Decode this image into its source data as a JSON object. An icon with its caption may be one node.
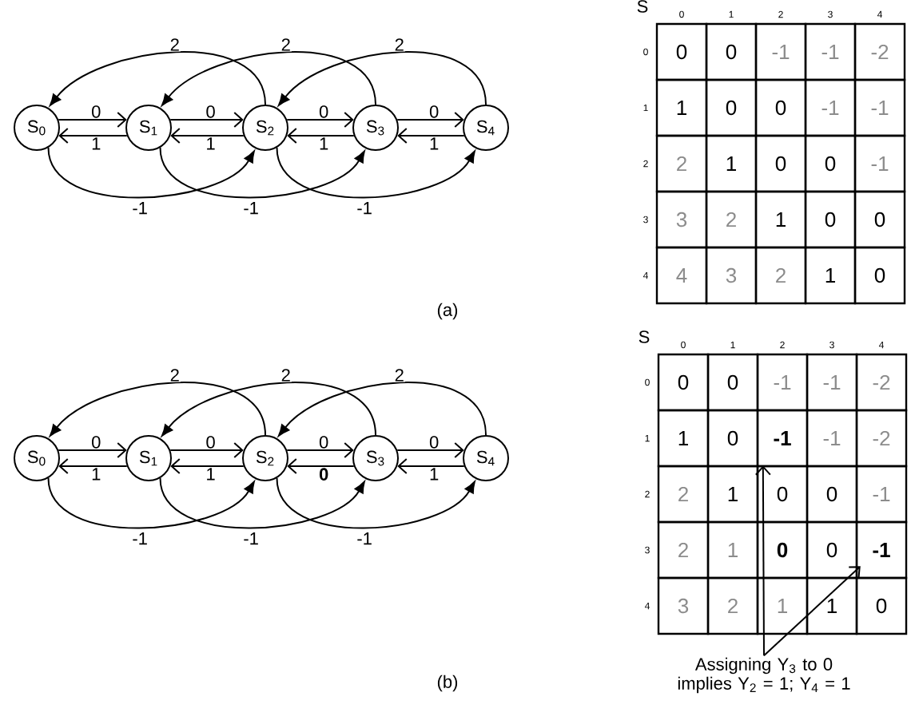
{
  "diagram": {
    "nodes": [
      {
        "text": [
          "S$_{0}$"
        ]
      },
      {
        "text": [
          "S$_{1}$"
        ]
      },
      {
        "text": [
          "S$_{2}$"
        ]
      },
      {
        "text": [
          "S$_{3}$"
        ]
      },
      {
        "text": [
          "S$_{4}$"
        ]
      },
      {
        "text": [
          "S$_{0}$"
        ]
      },
      {
        "text": [
          "S$_{1}$"
        ]
      },
      {
        "text": [
          "S$_{2}$"
        ]
      },
      {
        "text": [
          "S$_{3}$"
        ]
      },
      {
        "text": [
          "S$_{4}$"
        ]
      },
      {
        "text": [
          "Assigning Y$_{3}$ to 0 implies Y$_{2}$ = 1; Y$_{4}$ = 1"
        ]
      },
      {
        "text": [
          "-1"
        ]
      },
      {
        "text": [
          "-1"
        ]
      }
    ],
    "edges": [
      {
        "from": 0,
        "to": 1,
        "arrow": "to",
        "label": "0"
      },
      {
        "from": 1,
        "to": 2,
        "arrow": "to",
        "label": "0"
      },
      {
        "from": 2,
        "to": 3,
        "arrow": "to",
        "label": "0"
      },
      {
        "from": 3,
        "to": 4,
        "arrow": "to",
        "label": "0"
      },
      {
        "from": 1,
        "to": 0,
        "arrow": "to",
        "label": "1"
      },
      {
        "from": 2,
        "to": 1,
        "arrow": "to",
        "label": "1"
      },
      {
        "from": 3,
        "to": 2,
        "arrow": "to",
        "label": "1"
      },
      {
        "from": 4,
        "to": 3,
        "arrow": "to",
        "label": "1"
      },
      {
        "from": 2,
        "to": 0,
        "arrow": "to",
        "label": "2"
      },
      {
        "from": 3,
        "to": 1,
        "arrow": "to",
        "label": "2"
      },
      {
        "from": 4,
        "to": 2,
        "arrow": "to",
        "label": "2"
      },
      {
        "from": 0,
        "to": 2,
        "arrow": "to",
        "label": "-1"
      },
      {
        "from": 1,
        "to": 3,
        "arrow": "to",
        "label": "-1"
      },
      {
        "from": 2,
        "to": 4,
        "arrow": "to",
        "label": "-1"
      },
      {
        "from": 5,
        "to": 6,
        "arrow": "to",
        "label": "0"
      },
      {
        "from": 6,
        "to": 7,
        "arrow": "to",
        "label": "0"
      },
      {
        "from": 7,
        "to": 8,
        "arrow": "to",
        "label": "0"
      },
      {
        "from": 8,
        "to": 9,
        "arrow": "to",
        "label": "0"
      },
      {
        "from": 6,
        "to": 5,
        "arrow": "to",
        "label": "1"
      },
      {
        "from": 7,
        "to": 6,
        "arrow": "to",
        "label": "1"
      },
      {
        "from": 8,
        "to": 7,
        "arrow": "to",
        "label": "0"
      },
      {
        "from": 9,
        "to": 8,
        "arrow": "to",
        "label": "1"
      },
      {
        "from": 7,
        "to": 5,
        "arrow": "to",
        "label": "2"
      },
      {
        "from": 8,
        "to": 6,
        "arrow": "to",
        "label": "2"
      },
      {
        "from": 9,
        "to": 7,
        "arrow": "to",
        "label": "2"
      },
      {
        "from": 5,
        "to": 7,
        "arrow": "to",
        "label": "-1"
      },
      {
        "from": 6,
        "to": 8,
        "arrow": "to",
        "label": "-1"
      },
      {
        "from": 7,
        "to": 9,
        "arrow": "to",
        "label": "-1"
      },
      {
        "from": 10,
        "to": 11,
        "arrow": "to"
      },
      {
        "from": 10,
        "to": 12,
        "arrow": "to"
      }
    ],
    "labels": [
      "S",
      "0",
      "1",
      "2",
      "3",
      "4",
      "0",
      "0",
      "0",
      "-1",
      "-1",
      "-2",
      "1",
      "1",
      "0",
      "0",
      "-1",
      "-1",
      "2",
      "2",
      "1",
      "0",
      "0",
      "-1",
      "3",
      "3",
      "2",
      "1",
      "0",
      "0",
      "4",
      "4",
      "3",
      "2",
      "1",
      "0",
      "(a)",
      "S",
      "0",
      "1",
      "2",
      "3",
      "4",
      "0",
      "0",
      "0",
      "-1",
      "-1",
      "-2",
      "1",
      "1",
      "0",
      "-1",
      "-2",
      "2",
      "2",
      "1",
      "0",
      "0",
      "-1",
      "3",
      "2",
      "1",
      "0",
      "0",
      "4",
      "3",
      "2",
      "1",
      "1",
      "0",
      "(b)"
    ]
  }
}
